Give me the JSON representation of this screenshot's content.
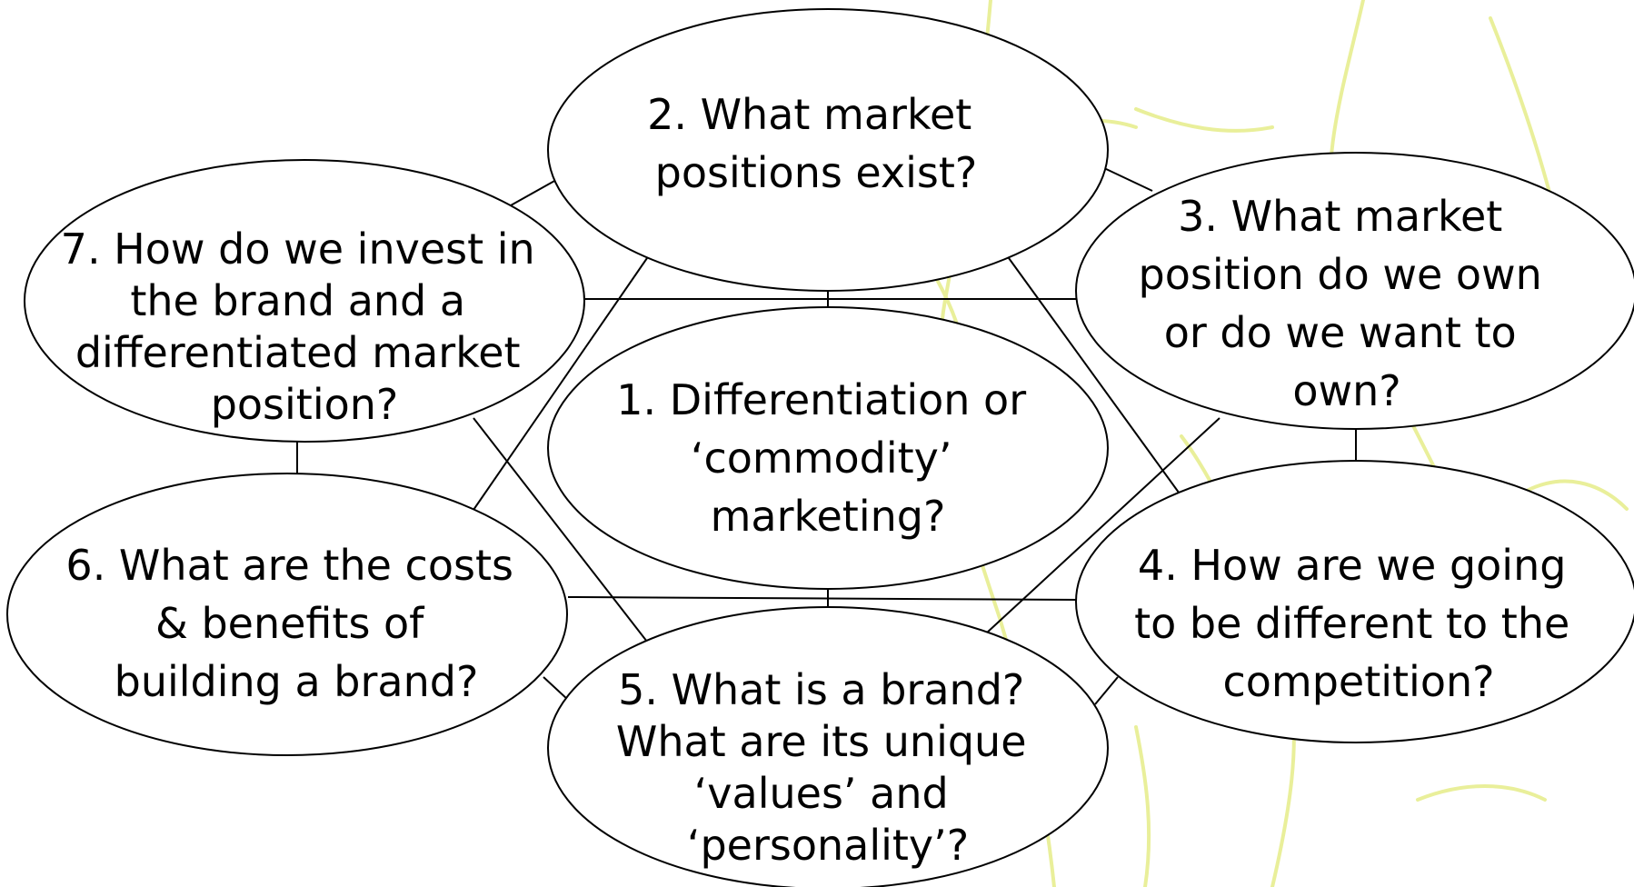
{
  "diagram": {
    "nodes": [
      {
        "id": "n1",
        "lines": [
          "1. Differentiation or",
          "‘commodity’",
          "marketing?"
        ]
      },
      {
        "id": "n2",
        "lines": [
          "2. What market",
          "positions exist?"
        ]
      },
      {
        "id": "n3",
        "lines": [
          "3. What market",
          "position do we own",
          "or do we want to",
          "own?"
        ]
      },
      {
        "id": "n4",
        "lines": [
          "4. How are we going",
          "to be different to the",
          "competition?"
        ]
      },
      {
        "id": "n5",
        "lines": [
          "5. What is a brand?",
          "What are its unique",
          "‘values’ and",
          "‘personality’?"
        ]
      },
      {
        "id": "n6",
        "lines": [
          "6. What are the costs",
          "& benefits of",
          "building a brand?"
        ]
      },
      {
        "id": "n7",
        "lines": [
          "7. How do we invest in",
          "the brand and a",
          "differentiated market",
          "position?"
        ]
      }
    ],
    "colors": {
      "stroke": "#000000",
      "fill": "#ffffff",
      "decoration": "#e9ef9a"
    }
  }
}
